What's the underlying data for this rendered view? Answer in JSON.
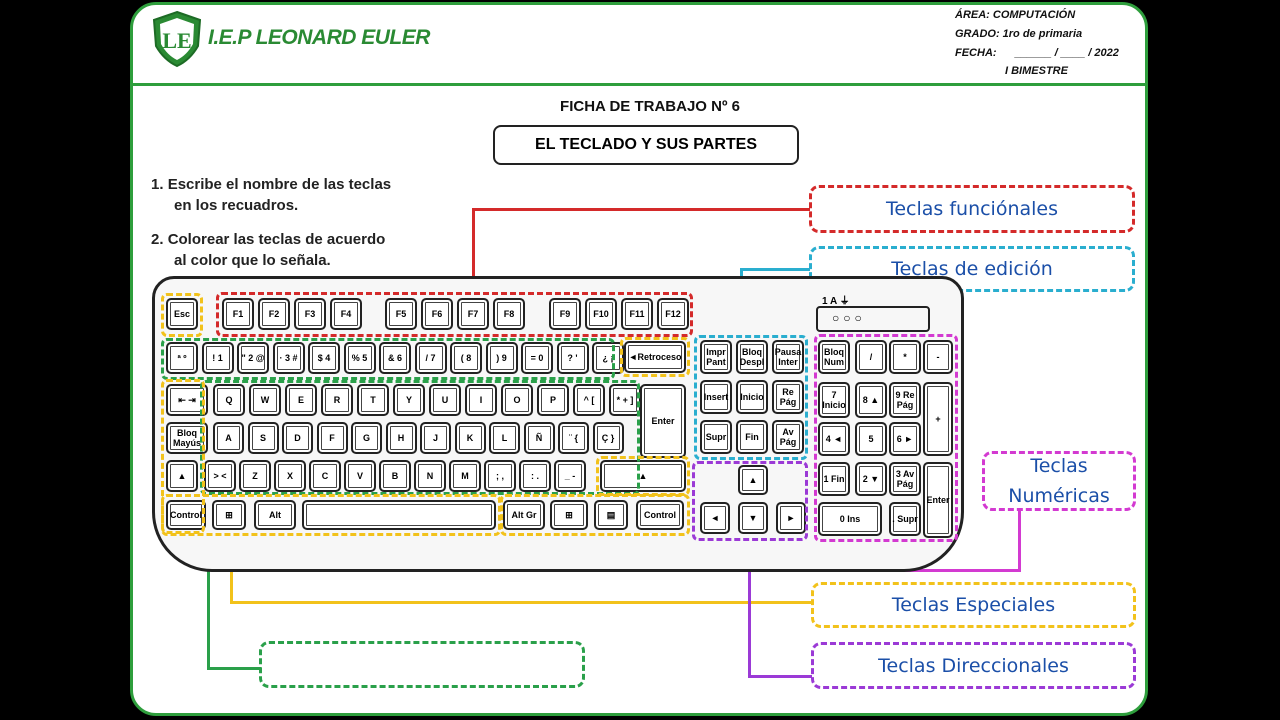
{
  "school": {
    "name": "I.E.P LEONARD EULER",
    "logo_letters": "LE"
  },
  "meta": {
    "area": "ÁREA: COMPUTACIÓN",
    "grado": "GRADO: 1ro de primaria",
    "fecha": "FECHA:      ______ / ____ / 2022",
    "bimestre": "I BIMESTRE"
  },
  "title": "FICHA DE TRABAJO Nº 6",
  "subtitle": "EL TECLADO Y SUS PARTES",
  "instructions": [
    {
      "num": "1.",
      "text": "Escribe el nombre de las teclas",
      "text2": "en los recuadros."
    },
    {
      "num": "2.",
      "text": "Colorear las teclas de acuerdo",
      "text2": "al color que lo señala."
    }
  ],
  "labels": {
    "funcionales": "Teclas funciónales",
    "edicion": "Teclas de edición",
    "numericas_1": "Teclas",
    "numericas_2": "Numéricas",
    "especiales": "Teclas Especiales",
    "direccionales": "Teclas Direccionales",
    "blank": ""
  },
  "colors": {
    "red": "#d42a2a",
    "cyan": "#2aaecf",
    "magenta": "#d33ad1",
    "yellow": "#f2c21b",
    "green": "#2aa04a",
    "purple": "#9b3ad6",
    "border_green": "#2e9e3c"
  },
  "keys": {
    "esc": "Esc",
    "f": [
      "F1",
      "F2",
      "F3",
      "F4",
      "F5",
      "F6",
      "F7",
      "F8",
      "F9",
      "F10",
      "F11",
      "F12"
    ],
    "num_row": [
      "ª º",
      "! 1",
      "\" 2 @",
      "· 3 #",
      "$ 4",
      "% 5",
      "& 6",
      "/ 7",
      "( 8",
      ") 9",
      "= 0",
      "? '",
      "¿ ¡"
    ],
    "retroceso": "◄Retroceso",
    "tab": "⇤ ⇥",
    "q_row": [
      "Q",
      "W",
      "E",
      "R",
      "T",
      "Y",
      "U",
      "I",
      "O",
      "P",
      "^ [",
      "* + ]"
    ],
    "enter": "Enter",
    "bloq_mayus": "Bloq Mayús",
    "a_row": [
      "A",
      "S",
      "D",
      "F",
      "G",
      "H",
      "J",
      "K",
      "L",
      "Ñ",
      "¨ {",
      "Ç }"
    ],
    "shift": "▲",
    "z_row": [
      "> <",
      "Z",
      "X",
      "C",
      "V",
      "B",
      "N",
      "M",
      "; ,",
      ": .",
      "_ -"
    ],
    "control": "Control",
    "win": "⊞",
    "alt": "Alt",
    "altgr": "Alt Gr",
    "menu": "▤",
    "edit": [
      "Impr Pant",
      "Bloq Despl",
      "Pausa Inter",
      "Insert",
      "Inicio",
      "Re Pág",
      "Supr",
      "Fin",
      "Av Pág"
    ],
    "arrows": [
      "▲",
      "◄",
      "▼",
      "►"
    ],
    "numpad": [
      "Bloq Num",
      "/",
      "*",
      "-",
      "7 Inicio",
      "8 ▲",
      "9 Re Pág",
      "+",
      "4 ◄",
      "5",
      "6 ►",
      "1 Fin",
      "2 ▼",
      "3 Av Pág",
      "Enter",
      "0 Ins",
      ". Supr"
    ],
    "led_labels": "1 A ⏚"
  }
}
